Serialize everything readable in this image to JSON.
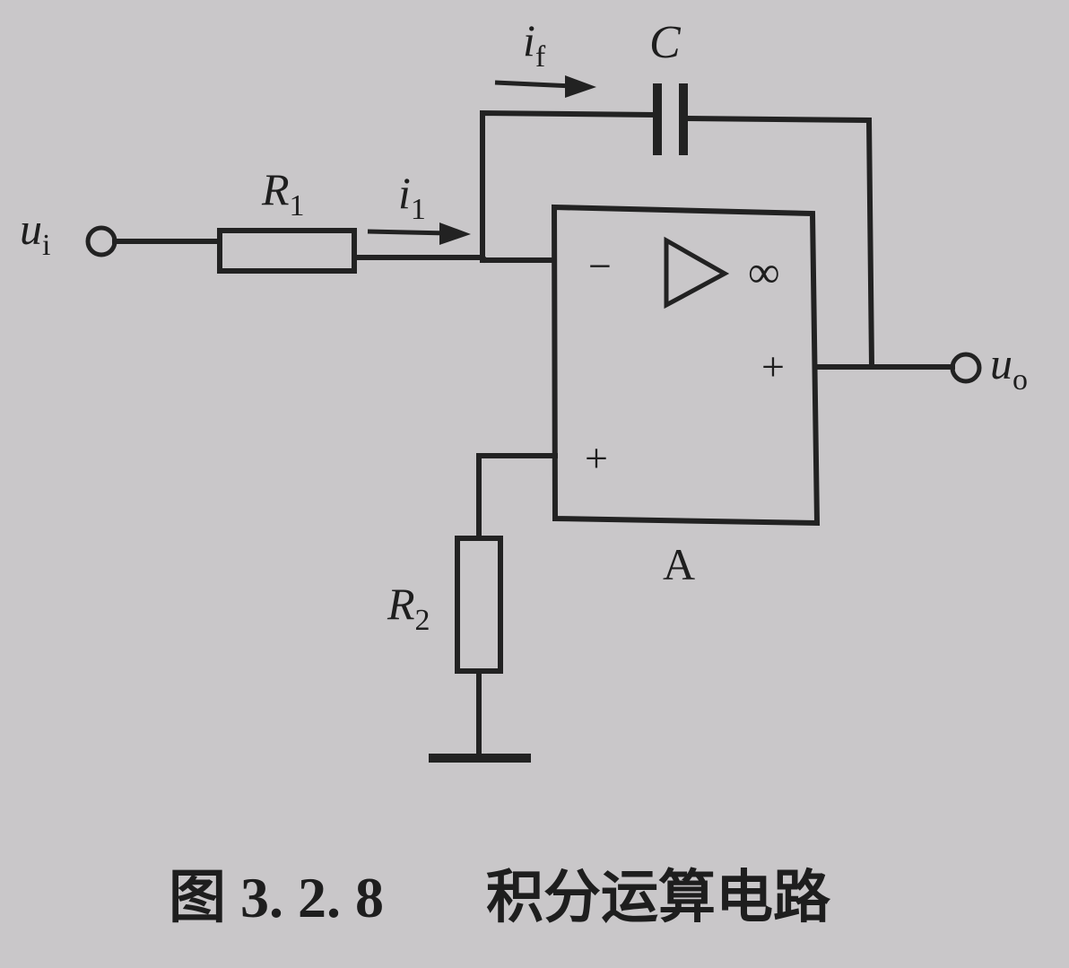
{
  "labels": {
    "input": "u",
    "input_sub": "i",
    "output": "u",
    "output_sub": "o",
    "r1": "R",
    "r1_sub": "1",
    "r2": "R",
    "r2_sub": "2",
    "capacitor": "C",
    "i1": "i",
    "i1_sub": "1",
    "if": "i",
    "if_sub": "f",
    "opamp": "A",
    "minus": "−",
    "plus_in": "+",
    "plus_out": "+",
    "infinity": "∞"
  },
  "caption": {
    "figure_label": "图 3. 2. 8",
    "title": "积分运算电路"
  }
}
